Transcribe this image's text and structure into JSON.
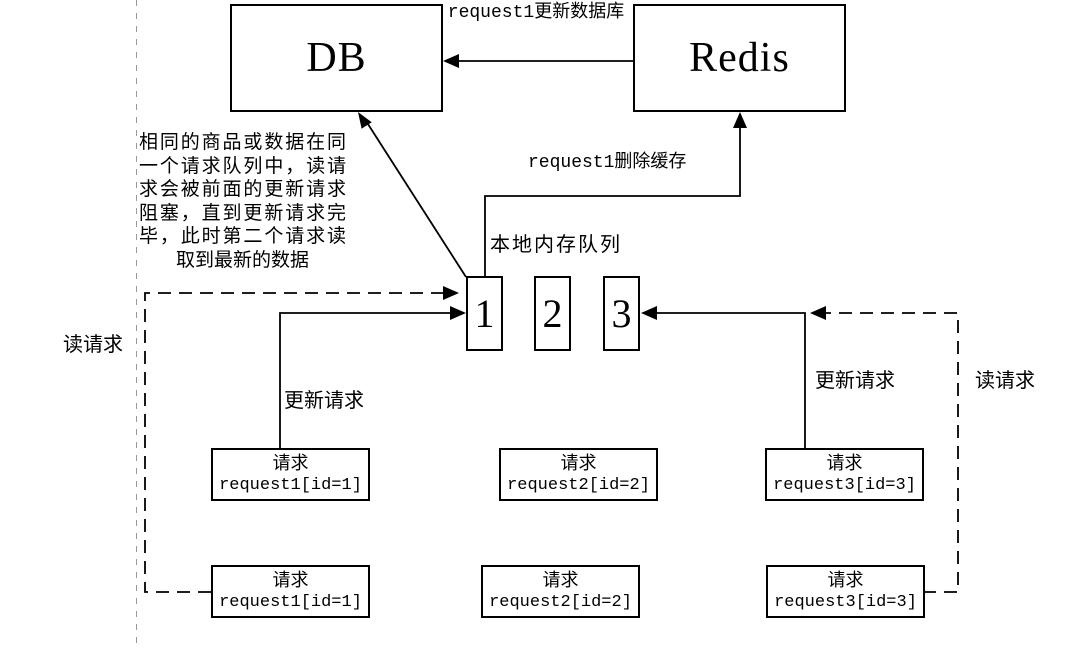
{
  "colors": {
    "line": "#000000",
    "divider": "#999999",
    "background": "#ffffff"
  },
  "nodes": {
    "db": "DB",
    "redis": "Redis",
    "queue_title": "本地内存队列",
    "queue_slots": [
      "1",
      "2",
      "3"
    ]
  },
  "edges": {
    "update_db_label": "request1更新数据库",
    "delete_cache_label": "request1删除缓存",
    "update_request_left": "更新请求",
    "update_request_right": "更新请求",
    "read_request_left": "读请求",
    "read_request_right": "读请求"
  },
  "note": "相同的商品或数据在同一个请求队列中，读请求会被前面的更新请求阻塞，直到更新请求完毕，此时第二个请求读取到最新的数据",
  "requests": {
    "top": [
      {
        "title": "请求",
        "id": "request1[id=1]"
      },
      {
        "title": "请求",
        "id": "request2[id=2]"
      },
      {
        "title": "请求",
        "id": "request3[id=3]"
      }
    ],
    "bottom": [
      {
        "title": "请求",
        "id": "request1[id=1]"
      },
      {
        "title": "请求",
        "id": "request2[id=2]"
      },
      {
        "title": "请求",
        "id": "request3[id=3]"
      }
    ]
  }
}
